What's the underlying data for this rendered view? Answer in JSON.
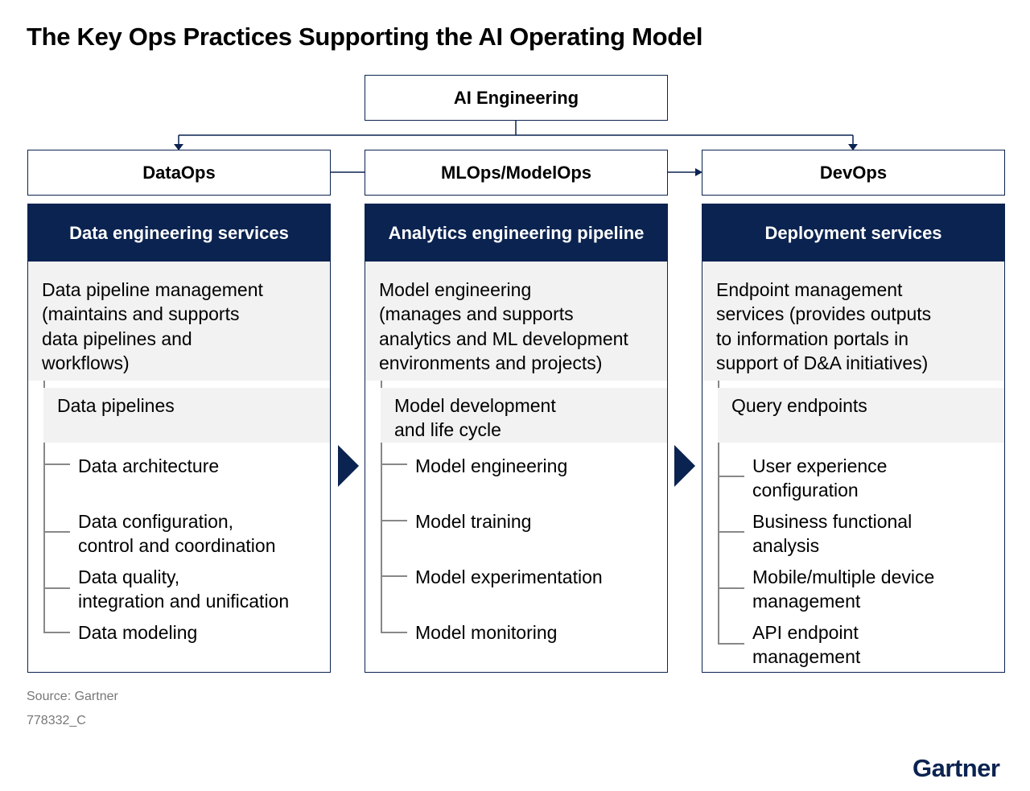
{
  "title": "The Key Ops Practices Supporting the AI Operating Model",
  "top_box": "AI Engineering",
  "ops": [
    {
      "label": "DataOps"
    },
    {
      "label": "MLOps/ModelOps"
    },
    {
      "label": "DevOps"
    }
  ],
  "columns": [
    {
      "header": "Data engineering services",
      "description": [
        "Data pipeline management",
        "(maintains and supports",
        "data pipelines and",
        "workflows)"
      ],
      "subheader": [
        "Data pipelines"
      ],
      "items": [
        [
          "Data architecture"
        ],
        [
          "Data configuration,",
          "control and coordination"
        ],
        [
          "Data quality,",
          "integration and unification"
        ],
        [
          "Data modeling"
        ]
      ]
    },
    {
      "header": "Analytics engineering pipeline",
      "description": [
        "Model engineering",
        "(manages and supports",
        "analytics and ML development",
        "environments and projects)"
      ],
      "subheader": [
        "Model development",
        "and life cycle"
      ],
      "items": [
        [
          "Model engineering"
        ],
        [
          "Model training"
        ],
        [
          "Model experimentation"
        ],
        [
          "Model monitoring"
        ]
      ]
    },
    {
      "header": "Deployment services",
      "description": [
        "Endpoint management",
        "services (provides outputs",
        "to information portals in",
        "support of D&A initiatives)"
      ],
      "subheader": [
        "Query endpoints"
      ],
      "items": [
        [
          "User experience",
          "configuration"
        ],
        [
          "Business functional",
          "analysis"
        ],
        [
          "Mobile/multiple device",
          "management"
        ],
        [
          "API endpoint",
          "management"
        ]
      ]
    }
  ],
  "source": "Source: Gartner",
  "figure_id": "778332_C",
  "logo": "Gartner",
  "colors": {
    "navy": "#0b2350",
    "panel_gray": "#f2f2f2",
    "line_gray": "#888888"
  }
}
